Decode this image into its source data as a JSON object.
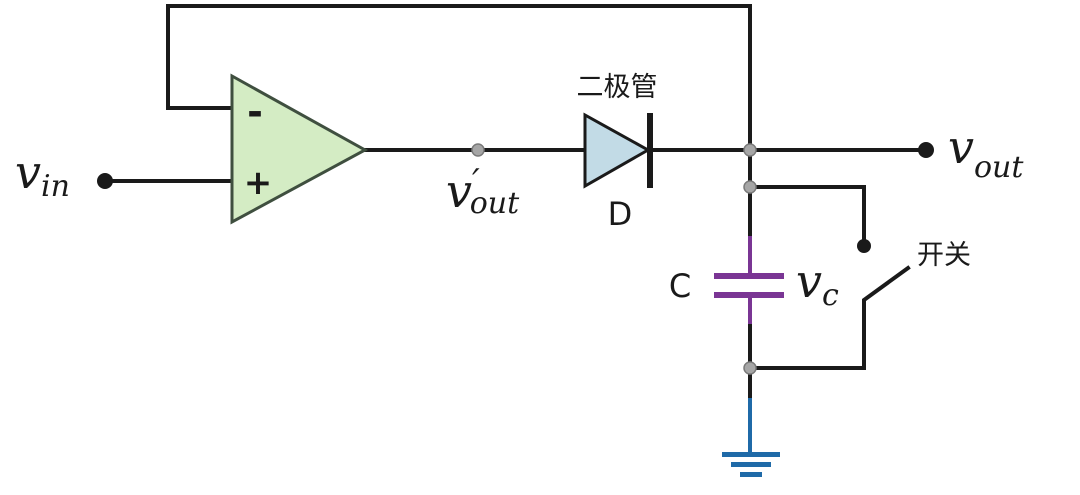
{
  "labels": {
    "input_base": "v",
    "input_sub": "in",
    "opamp_minus": "-",
    "opamp_plus": "+",
    "mid_base": "v",
    "mid_prime": "′",
    "mid_sub": "out",
    "diode_cn": "二极管",
    "diode_letter": "D",
    "output_base": "v",
    "output_sub": "out",
    "cap_letter": "C",
    "vc_base": "v",
    "vc_sub": "c",
    "switch_cn": "开关"
  },
  "colors": {
    "wire": "#1a1a1a",
    "opamp_fill": "#d4ecc4",
    "opamp_stroke": "#3f4f3f",
    "diode_fill": "#c2dbe6",
    "capacitor": "#7a3594",
    "ground": "#1f6aa8",
    "node_gray": "#a6a6a6"
  }
}
